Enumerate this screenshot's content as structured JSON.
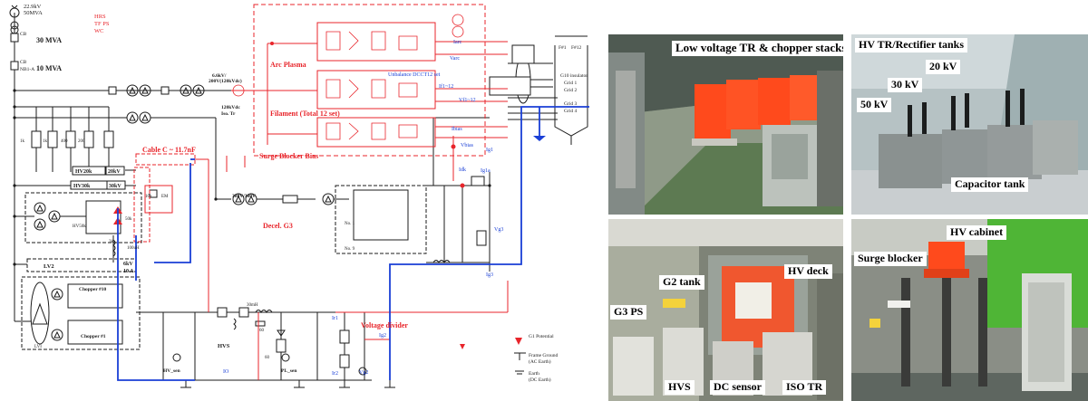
{
  "schematic": {
    "source": {
      "kv": "22.9kV",
      "mva": "50MVA"
    },
    "aux": [
      "HRS",
      "TF PS",
      "WC"
    ],
    "cb1": {
      "name": "CB",
      "rating": "30 MVA"
    },
    "cb2": {
      "name": "CB",
      "sub": "NB1-A",
      "rating": "10 MVA"
    },
    "iso_tr": {
      "l1": "6.6kV/",
      "l2": "200V(120kVdc)",
      "l3": "120kVdc",
      "l4": "Iso. Tr"
    },
    "resistors": [
      "1k",
      "1k",
      "400",
      "200"
    ],
    "hv20k": {
      "name": "HV20k",
      "val": "20kV"
    },
    "hv30k": {
      "name": "HV30k",
      "val": "30kV"
    },
    "hv50k": {
      "name": "HV50k",
      "val": "50kV"
    },
    "box_a": "10a",
    "box_b": "EM",
    "cable_c": "Cable C ~ 11.7nF",
    "pow_block": "6kV",
    "tr_small": {
      "a": "3k",
      "b": "100uH",
      "c": "10 A"
    },
    "lv": "LV2",
    "chopper10": "Chopper #10",
    "chopper1": "Chopper #1",
    "lvi": "LVI",
    "hv_block_50k": "50k",
    "surge_box": {
      "arc": "Arc Plasma",
      "fil": "Filament (Total 12 set)",
      "sb": "Surge Blocker Bias",
      "unbal": "Unbalance DCCT12 set",
      "iarc": "Iarc",
      "varc": "Varc",
      "ifl": "If1~12",
      "vfl": "Vf1~12",
      "ibias": "Ibias",
      "vbias": "Vbias"
    },
    "ig1": "Ig1",
    "ig1a": "Ig1a",
    "idk": "Idk",
    "vg3": "Vg3",
    "ig3": "Ig3",
    "tr380": "380V/380V",
    "decel": "Decel. G3",
    "no1": "No. 1",
    "no9": "No. 9",
    "grid": [
      "G10 insulator",
      "Grid 1",
      "Grid 2",
      "Grid 3",
      "Grid 4"
    ],
    "ff": [
      "F#1",
      "F#12"
    ],
    "hvs": "HVS",
    "ind30": "30mH",
    "r60a": "60",
    "r60b": "60",
    "pl_sen": "PL_sen",
    "hv_sen": "HV_sen",
    "io": "IO",
    "voltage_divider": "Voltage divider",
    "ir1": "Ir1",
    "ir2": "Ir2",
    "ig2": "Ig2",
    "vg2": "Vg2",
    "legend": [
      "G1 Potential",
      "Frame Ground",
      "(AC Earth)",
      "Earth",
      "(DC Earth)"
    ]
  },
  "photos": [
    {
      "labels": [
        "Low voltage TR & chopper stacks"
      ]
    },
    {
      "labels": [
        "HV TR/Rectifier tanks",
        "20 kV",
        "30 kV",
        "50 kV",
        "Capacitor tank"
      ]
    },
    {
      "labels": [
        "G2 tank",
        "HV  deck",
        "G3 PS",
        "HVS",
        "DC sensor",
        "ISO TR"
      ]
    },
    {
      "labels": [
        "HV cabinet",
        "Surge blocker"
      ]
    }
  ],
  "colors": {
    "red": "#e8252b",
    "blue": "#1a3fd6",
    "black": "#1b1b1b",
    "accent_orange": "#ff4a1c"
  }
}
